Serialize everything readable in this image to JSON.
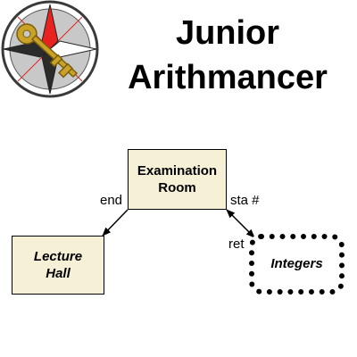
{
  "header": {
    "title_line1": "Junior",
    "title_line2": "Arithmancer",
    "logo_icon": "compass-star-key-icon"
  },
  "diagram": {
    "nodes": {
      "examination_room": "Examination\nRoom",
      "lecture_hall": "Lecture\nHall",
      "integers": "Integers"
    },
    "edges": {
      "end": "end",
      "sta": "sta #",
      "ret": "ret"
    }
  },
  "colors": {
    "node_fill": "#f5f0d6",
    "logo_red": "#e8231f",
    "logo_key": "#c9a227",
    "logo_dark": "#3a3a3a"
  }
}
